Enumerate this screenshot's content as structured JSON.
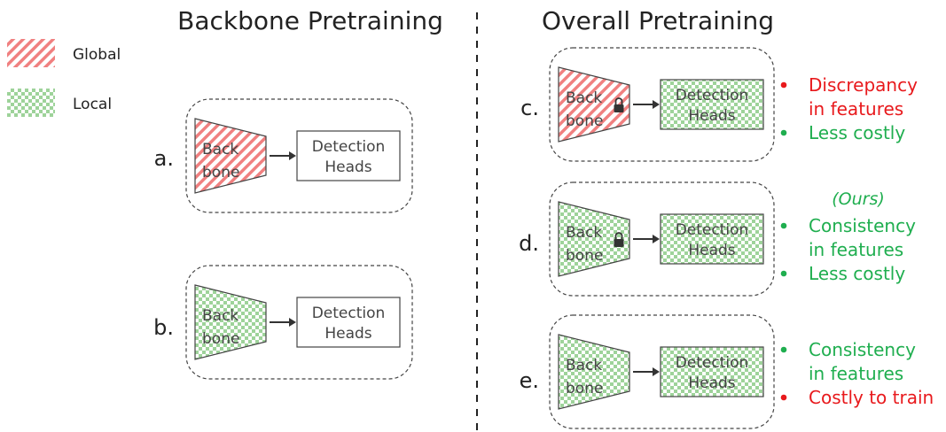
{
  "sections": {
    "left_title": "Backbone Pretraining",
    "right_title": "Overall Pretraining"
  },
  "legend": [
    {
      "label": "Global",
      "pattern": "global"
    },
    {
      "label": "Local",
      "pattern": "local"
    }
  ],
  "backbone_label": [
    "Back",
    "bone"
  ],
  "heads_label": [
    "Detection",
    "Heads"
  ],
  "colors": {
    "red": "#e8191c",
    "green": "#1fae4f",
    "global_hatch": "#f08080",
    "local_check": "#9ed39a",
    "box_stroke": "#444444"
  },
  "panels": [
    {
      "id": "a",
      "label": "a.",
      "backbone": "global",
      "heads": "plain",
      "locked": false,
      "notes": []
    },
    {
      "id": "b",
      "label": "b.",
      "backbone": "local",
      "heads": "plain",
      "locked": false,
      "notes": []
    },
    {
      "id": "c",
      "label": "c.",
      "backbone": "global",
      "heads": "local",
      "locked": true,
      "notes": [
        {
          "bullet": "red",
          "lines": [
            "Discrepancy",
            "in features"
          ],
          "color": "red"
        },
        {
          "bullet": "green",
          "lines": [
            "Less costly"
          ],
          "color": "green"
        }
      ]
    },
    {
      "id": "d",
      "label": "d.",
      "backbone": "local",
      "heads": "local",
      "locked": true,
      "tag": "(Ours)",
      "notes": [
        {
          "bullet": "green",
          "lines": [
            "Consistency",
            "in features"
          ],
          "color": "green"
        },
        {
          "bullet": "green",
          "lines": [
            "Less costly"
          ],
          "color": "green"
        }
      ]
    },
    {
      "id": "e",
      "label": "e.",
      "backbone": "local",
      "heads": "local",
      "locked": false,
      "notes": [
        {
          "bullet": "green",
          "lines": [
            "Consistency",
            "in features"
          ],
          "color": "green"
        },
        {
          "bullet": "red",
          "lines": [
            "Costly to train"
          ],
          "color": "red"
        }
      ]
    }
  ]
}
